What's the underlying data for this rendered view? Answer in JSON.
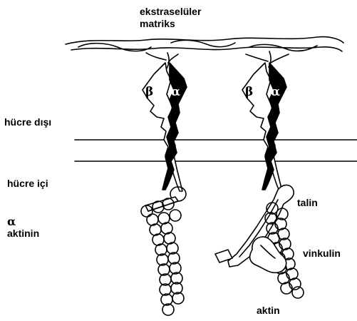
{
  "labels": {
    "extracellular_line1": "ekstraselüler",
    "extracellular_line2": "matriks",
    "outside": "hücre dışı",
    "inside": "hücre içi",
    "alpha_symbol": "α",
    "alpha_word": "aktinin",
    "talin": "talin",
    "vinculin": "vinkulin",
    "actin": "aktin"
  },
  "integrin_subunits": {
    "beta": "β",
    "alpha": "α"
  }
}
